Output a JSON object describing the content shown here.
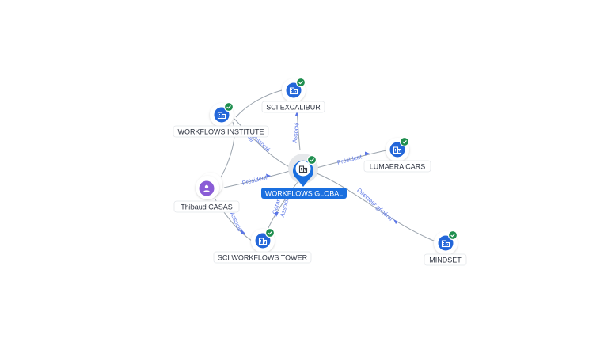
{
  "colors": {
    "company": "#2366d9",
    "person": "#8a5cd6",
    "check": "#1e8e4e",
    "selected": "#1a6fdf",
    "edge_label": "#5b76e6",
    "edge": "#9aa3ad"
  },
  "icons": {
    "company": "building-icon",
    "person": "user-icon",
    "verified": "check-badge-icon"
  },
  "nodes": [
    {
      "id": "global",
      "label": "WORKFLOWS GLOBAL",
      "kind": "company",
      "selected": true,
      "verified": true
    },
    {
      "id": "excalibur",
      "label": "SCI EXCALIBUR",
      "kind": "company",
      "selected": false,
      "verified": true
    },
    {
      "id": "institute",
      "label": "WORKFLOWS INSTITUTE",
      "kind": "company",
      "selected": false,
      "verified": true
    },
    {
      "id": "lumaera",
      "label": "LUMAERA CARS",
      "kind": "company",
      "selected": false,
      "verified": true
    },
    {
      "id": "thibaud",
      "label": "Thibaud CASAS",
      "kind": "person",
      "selected": false,
      "verified": false
    },
    {
      "id": "tower",
      "label": "SCI WORKFLOWS TOWER",
      "kind": "company",
      "selected": false,
      "verified": true
    },
    {
      "id": "mindset",
      "label": "MINDSET",
      "kind": "company",
      "selected": false,
      "verified": true
    }
  ],
  "edges": [
    {
      "id": "e1",
      "label": "Associé"
    },
    {
      "id": "e2",
      "label": "Président"
    },
    {
      "id": "e3",
      "label": "Directeur général"
    },
    {
      "id": "e4",
      "label": "Président"
    },
    {
      "id": "e5",
      "label": "Gérant"
    },
    {
      "id": "e6",
      "label": "Associé"
    },
    {
      "id": "e7",
      "label": "Associé"
    },
    {
      "id": "e8",
      "label": "Gérant"
    },
    {
      "id": "e9",
      "label": "Associé"
    }
  ]
}
